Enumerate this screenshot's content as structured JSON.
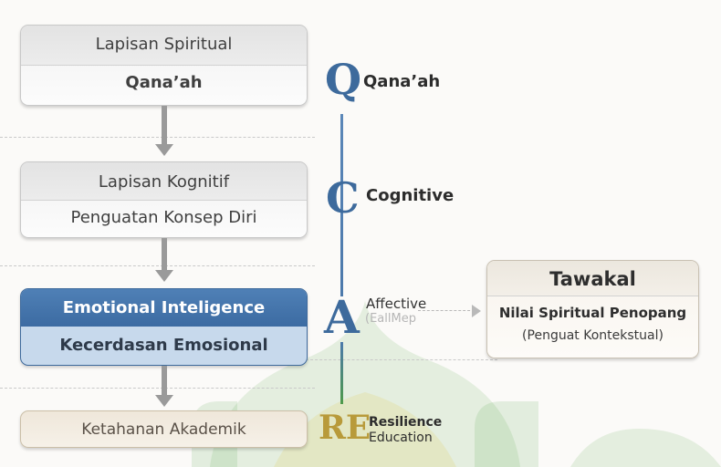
{
  "layers": [
    {
      "title": "Lapisan Spiritual",
      "subtitle": "Qana’ah"
    },
    {
      "title": "Lapisan Kognitif",
      "subtitle": "Penguatan Konsep Diri"
    },
    {
      "title": "Emotional Inteligence",
      "subtitle": "Kecerdasan Emosional"
    },
    {
      "subtitle": "Ketahanan Akademik"
    }
  ],
  "dimensions": [
    {
      "letter": "Q",
      "label": "Qana’ah",
      "color": "#3d6a9c"
    },
    {
      "letter": "C",
      "label": "Cognitive",
      "color": "#3d6a9c"
    },
    {
      "letter": "A",
      "label": "Affective",
      "sublabel": "(EallMep",
      "color": "#3d6a9c"
    },
    {
      "letter": "RE",
      "label_line1": "Resilience",
      "label_line2": "Education",
      "color": "#b89a3a"
    }
  ],
  "side_box": {
    "title": "Tawakal",
    "line1": "Nilai Spiritual Penopang",
    "line2": "(Penguat Kontekstual)"
  },
  "colors": {
    "accent_blue": "#3d6a9c",
    "accent_gold": "#b89a3a",
    "watermark_green": "#3f9a2f",
    "watermark_gold": "#e3c83a"
  }
}
